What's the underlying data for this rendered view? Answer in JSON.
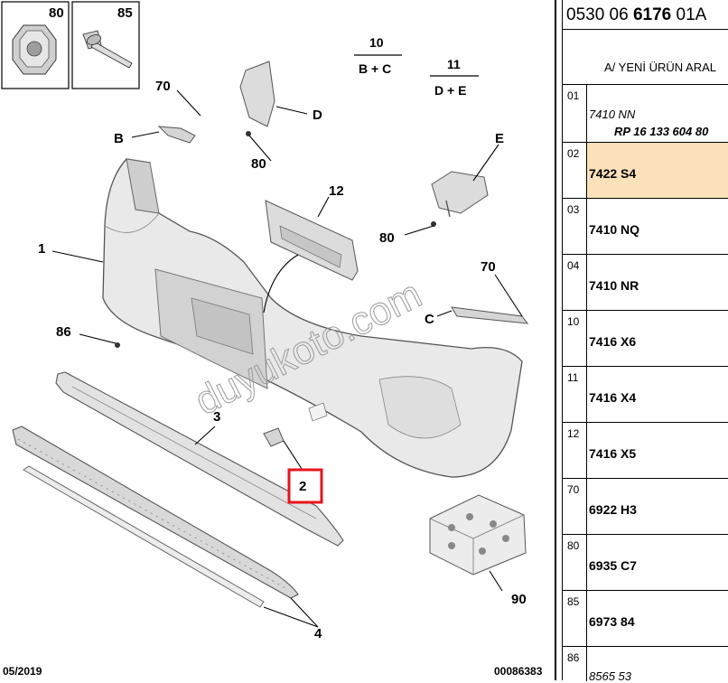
{
  "table": {
    "header_prefix": "0530 06 ",
    "header_bold": "6176",
    "header_suffix": " 01A",
    "subheader": "A/ YENİ ÜRÜN ARAL",
    "rows": [
      {
        "index": "01",
        "line1": "7410 NN",
        "line2": "RP 16 133 604 80"
      },
      {
        "index": "02",
        "ref": "7422 S4",
        "highlighted": true
      },
      {
        "index": "03",
        "ref": "7410 NQ"
      },
      {
        "index": "04",
        "ref": "7410 NR"
      },
      {
        "index": "10",
        "ref": "7416 X6"
      },
      {
        "index": "11",
        "ref": "7416 X4"
      },
      {
        "index": "12",
        "ref": "7416 X5"
      },
      {
        "index": "70",
        "ref": "6922 H3"
      },
      {
        "index": "80",
        "ref": "6935 C7"
      },
      {
        "index": "85",
        "ref": "6973 84"
      },
      {
        "index": "86",
        "ref": "8565 53"
      }
    ]
  },
  "diagram": {
    "inset_labels": [
      "80",
      "85"
    ],
    "group_10": {
      "number": "10",
      "letters": "B + C"
    },
    "group_11": {
      "number": "11",
      "letters": "D + E"
    },
    "callouts": {
      "70a": "70",
      "70b": "70",
      "B": "B",
      "D": "D",
      "80a": "80",
      "E": "E",
      "12": "12",
      "80b": "80",
      "1": "1",
      "86": "86",
      "C": "C",
      "3": "3",
      "2": "2",
      "90": "90",
      "4": "4"
    },
    "watermark": "duyukoto.com",
    "footer_date": "05/2019",
    "footer_code": "00086383",
    "highlight_color": "#e8141c",
    "row_highlight_color": "#fbe1b9"
  }
}
